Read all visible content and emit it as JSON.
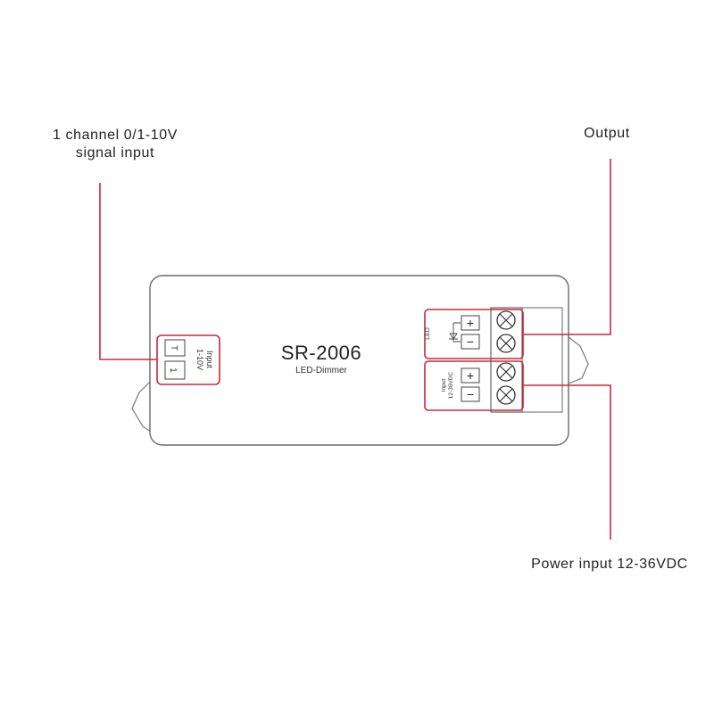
{
  "callouts": {
    "signal_line1": "1 channel 0/1-10V",
    "signal_line2": "signal input",
    "output": "Output",
    "power": "Power input 12-36VDC"
  },
  "device": {
    "model": "SR-2006",
    "subtitle": "LED-Dimmer",
    "input_label_line1": "Input",
    "input_label_line2": "1-10V",
    "input_pin_top": "T",
    "input_pin_bottom": "1",
    "led_label": "LED",
    "plus": "+",
    "minus": "−",
    "power_label_line1": "Input",
    "power_label_line2": "12-36VDC"
  },
  "colors": {
    "callout_line": "#c8283a",
    "outline": "#6a6a6a"
  }
}
